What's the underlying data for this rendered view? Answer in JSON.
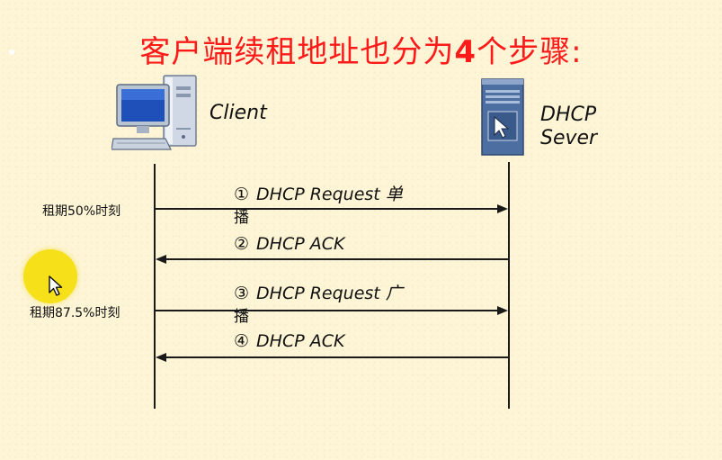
{
  "title": {
    "text_before": "客户端续租地址也分为",
    "digit": "4",
    "text_after": "个步骤:"
  },
  "nodes": {
    "client": {
      "label": "Client",
      "icon": "desktop-computer-icon"
    },
    "server": {
      "label_line1": "DHCP",
      "label_line2": "Sever",
      "icon": "server-icon"
    }
  },
  "side_labels": {
    "at_50": "租期50%时刻",
    "at_875": "租期87.5%时刻"
  },
  "messages": [
    {
      "num": "①",
      "text": "DHCP Request 单",
      "wrap": "播",
      "direction": "right"
    },
    {
      "num": "②",
      "text": "DHCP ACK",
      "wrap": "",
      "direction": "left"
    },
    {
      "num": "③",
      "text": "DHCP Request 广",
      "wrap": "播",
      "direction": "right"
    },
    {
      "num": "④",
      "text": "DHCP ACK",
      "wrap": "",
      "direction": "left"
    }
  ],
  "colors": {
    "title": "#ff1a1a",
    "background": "#fdf5d6",
    "cursor_highlight": "#f6e01a"
  }
}
